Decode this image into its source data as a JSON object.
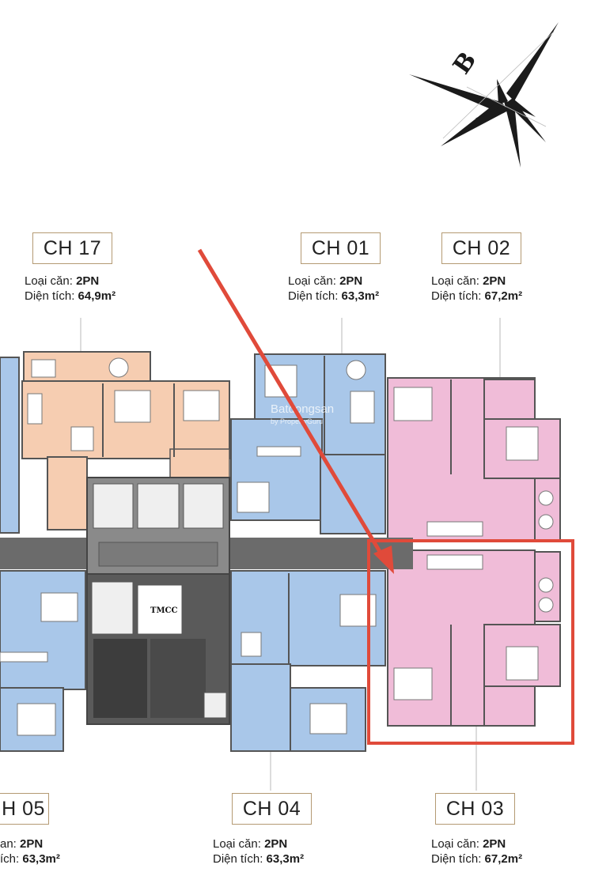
{
  "colors": {
    "blue": "#a9c7e9",
    "peach": "#f6cdb1",
    "pink": "#f0bcd8",
    "corridor": "#6b6b6b",
    "core": "#8a8a8a",
    "stair": "#3d3d3d",
    "label_border": "#b49a73",
    "highlight": "#e04a3a"
  },
  "compass": {
    "letter": "B",
    "icon": "north-star-icon"
  },
  "watermark": {
    "line1": "Batdongsan",
    "line2": "by PropertyGuru"
  },
  "core": {
    "tmcc_label": "TMCC"
  },
  "units": [
    {
      "id": "CH 17",
      "type_label": "Loại căn:",
      "type": "2PN",
      "area_label": "Diện tích:",
      "area": "64,9m²"
    },
    {
      "id": "CH 01",
      "type_label": "Loại căn:",
      "type": "2PN",
      "area_label": "Diện tích:",
      "area": "63,3m²"
    },
    {
      "id": "CH 02",
      "type_label": "Loại căn:",
      "type": "2PN",
      "area_label": "Diện tích:",
      "area": "67,2m²"
    },
    {
      "id": "H 05",
      "type_label": "an:",
      "type": "2PN",
      "area_label": "ích:",
      "area": "63,3m²"
    },
    {
      "id": "CH 04",
      "type_label": "Loại căn:",
      "type": "2PN",
      "area_label": "Diện tích:",
      "area": "63,3m²"
    },
    {
      "id": "CH 03",
      "type_label": "Loại căn:",
      "type": "2PN",
      "area_label": "Diện tích:",
      "area": "67,2m²"
    }
  ],
  "highlight": {
    "unit": "CH 03"
  }
}
